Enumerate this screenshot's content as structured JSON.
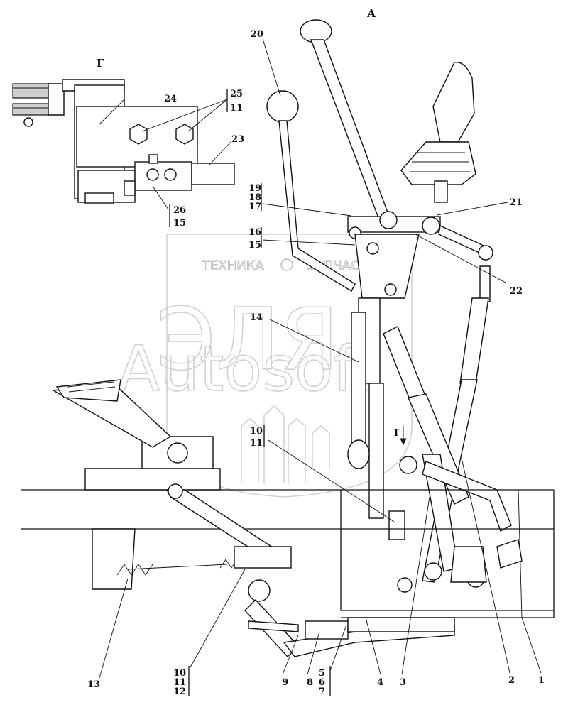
{
  "view_labels": {
    "view_a": "А",
    "view_g": "Г",
    "section_arrow": "Г"
  },
  "watermark": {
    "line1_left": "ТЕХНИКА",
    "line1_right": "ЗАПЧАСТИ",
    "emblem_letters": "ЭЛЯ",
    "background_text": "Autosoft"
  },
  "callouts": {
    "c1": "1",
    "c2": "2",
    "c3": "3",
    "c4": "4",
    "c9": "9",
    "c8": "8",
    "c13": "13",
    "c14": "14",
    "c20": "20",
    "c21": "21",
    "c22": "22",
    "c23": "23",
    "c24": "24",
    "g_10_11": [
      "10",
      "11"
    ],
    "g_10_11_12": [
      "10",
      "11",
      "12"
    ],
    "g_5_6_7": [
      "5",
      "6",
      "7"
    ],
    "g_15_16": [
      "16",
      "15"
    ],
    "g_17_18_19": [
      "19",
      "18",
      "17"
    ],
    "g_25_11": [
      "25",
      "11"
    ],
    "g_26_15": [
      "26",
      "15"
    ]
  }
}
